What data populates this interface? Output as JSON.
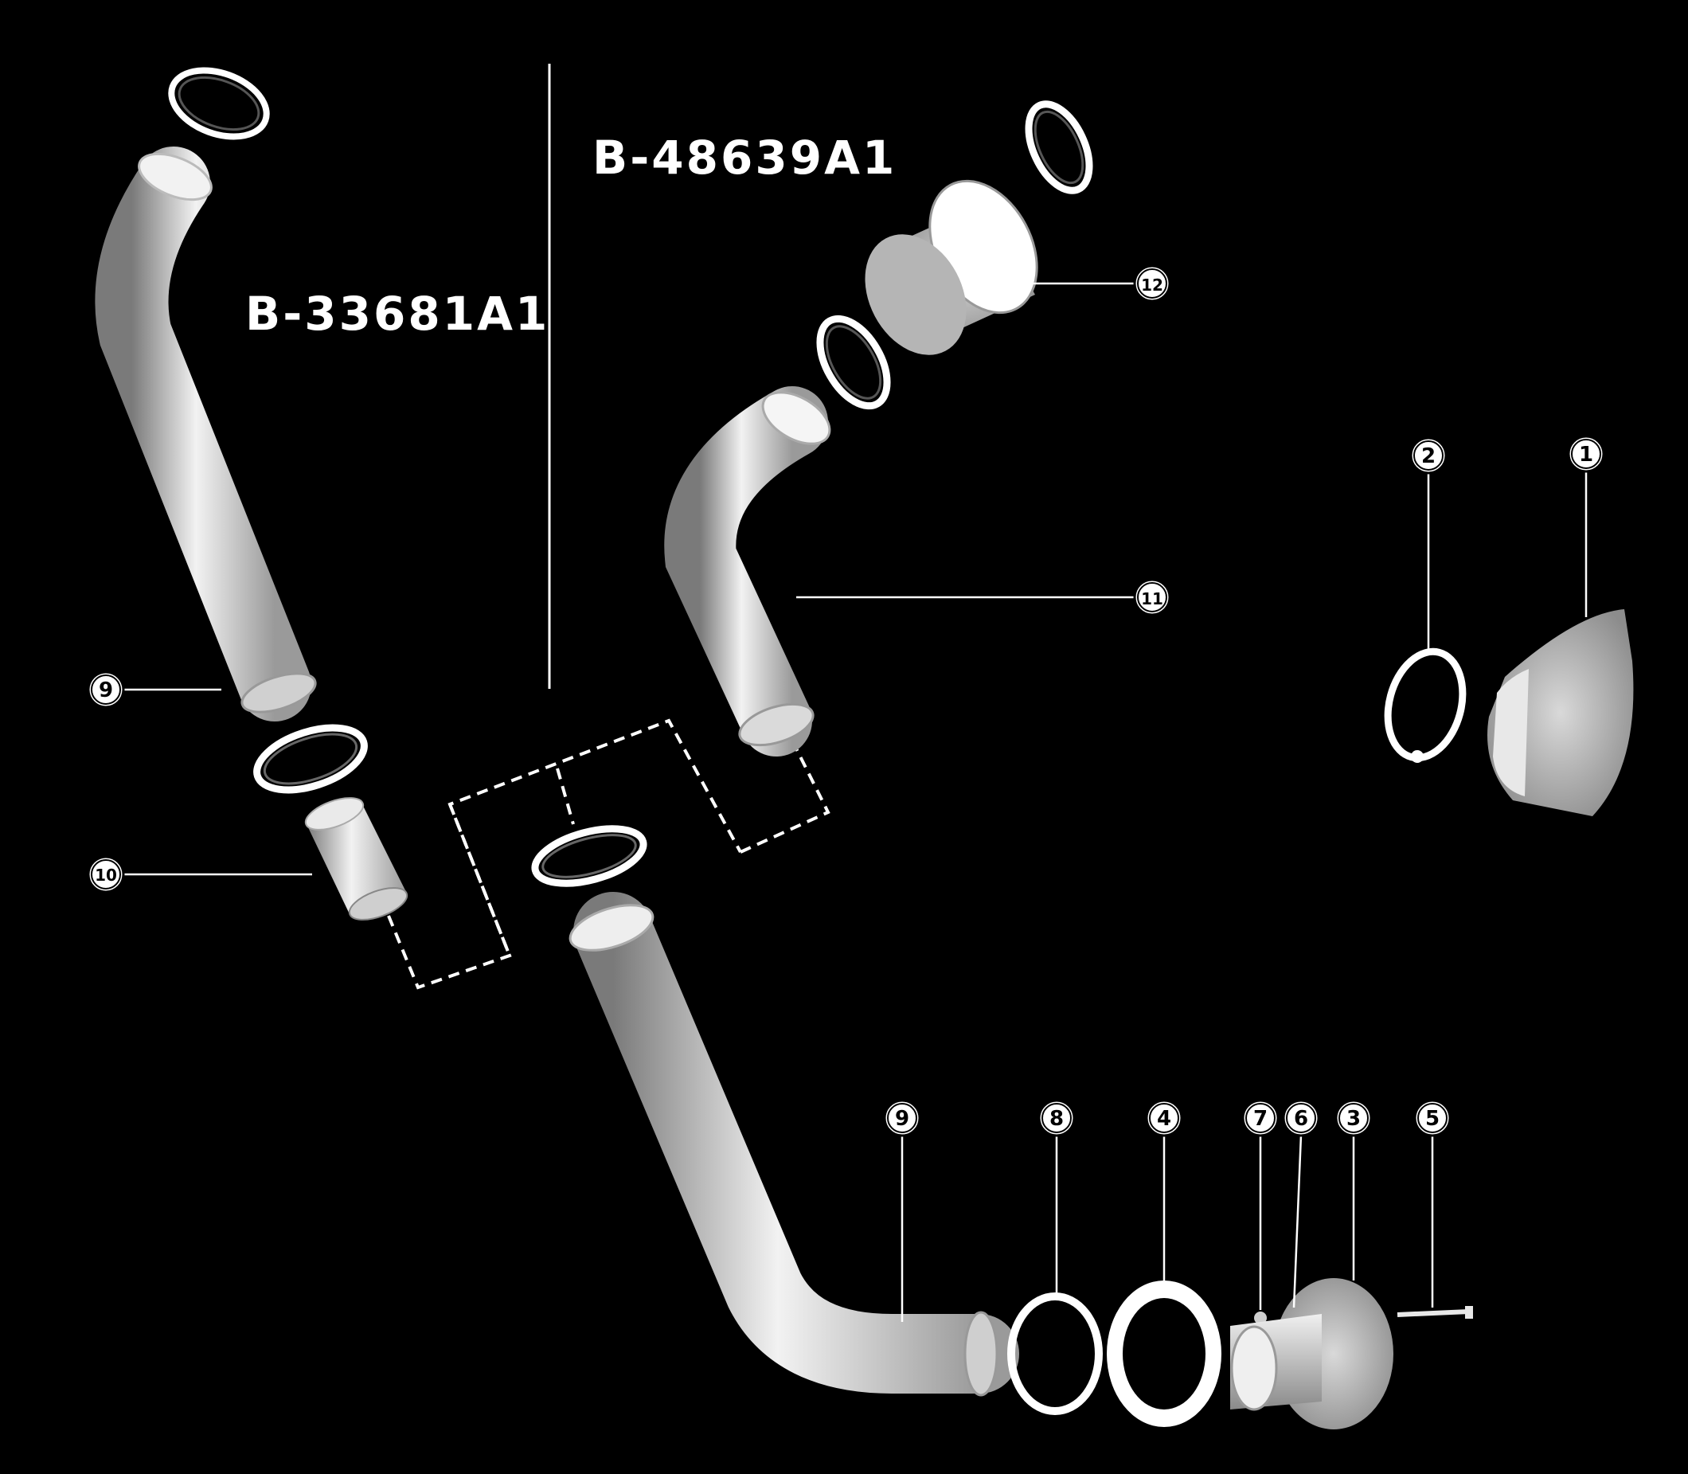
{
  "labels": {
    "model_left": "B-33681A1",
    "model_right": "B-48639A1"
  },
  "callouts": {
    "c1": "1",
    "c2": "2",
    "c3": "3",
    "c4": "4",
    "c5": "5",
    "c6": "6",
    "c7": "7",
    "c8": "8",
    "c9_upper": "9",
    "c9_lower": "9",
    "c10": "10",
    "c11": "11",
    "c12": "12"
  },
  "colors": {
    "background": "#000000",
    "line": "#ffffff",
    "metal_light": "#e8e8e8",
    "metal_dark": "#8a8a8a"
  }
}
